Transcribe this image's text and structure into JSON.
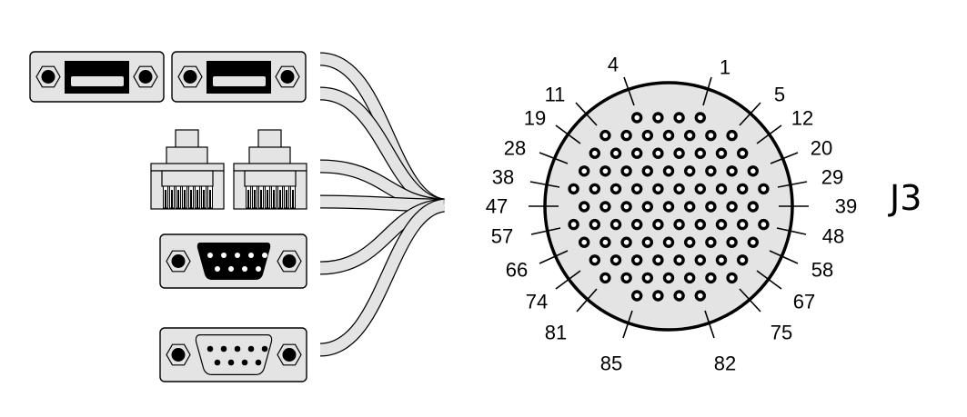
{
  "diagram": {
    "title": "J3",
    "colors": {
      "fill": "#e3e4e3",
      "stroke": "#000000",
      "background": "#ffffff"
    },
    "connectors_left": [
      {
        "name": "flat-connector-1",
        "type": "flat-ribbon"
      },
      {
        "name": "flat-connector-2",
        "type": "flat-ribbon"
      },
      {
        "name": "rj45-plug-1",
        "type": "rj45",
        "pins": 8
      },
      {
        "name": "rj45-plug-2",
        "type": "rj45",
        "pins": 8
      },
      {
        "name": "db9-male",
        "type": "db9-male",
        "pins": 9
      },
      {
        "name": "db9-female",
        "type": "db9-female",
        "pins": 9
      }
    ],
    "cable_count": 6,
    "circular_connector": {
      "name": "J3",
      "total_pins": 85,
      "row_pin_counts": [
        4,
        7,
        8,
        9,
        10,
        9,
        10,
        9,
        8,
        7,
        4
      ],
      "pin_labels": [
        {
          "text": "1",
          "side": "top-right"
        },
        {
          "text": "4",
          "side": "top-left"
        },
        {
          "text": "5",
          "side": "right"
        },
        {
          "text": "11",
          "side": "left"
        },
        {
          "text": "12",
          "side": "right"
        },
        {
          "text": "19",
          "side": "left"
        },
        {
          "text": "20",
          "side": "right"
        },
        {
          "text": "28",
          "side": "left"
        },
        {
          "text": "29",
          "side": "right"
        },
        {
          "text": "38",
          "side": "left"
        },
        {
          "text": "39",
          "side": "right"
        },
        {
          "text": "47",
          "side": "left"
        },
        {
          "text": "48",
          "side": "right"
        },
        {
          "text": "57",
          "side": "left"
        },
        {
          "text": "58",
          "side": "right"
        },
        {
          "text": "66",
          "side": "left"
        },
        {
          "text": "67",
          "side": "right"
        },
        {
          "text": "74",
          "side": "left"
        },
        {
          "text": "75",
          "side": "right"
        },
        {
          "text": "81",
          "side": "left"
        },
        {
          "text": "82",
          "side": "bottom-right"
        },
        {
          "text": "85",
          "side": "bottom-left"
        }
      ]
    }
  }
}
